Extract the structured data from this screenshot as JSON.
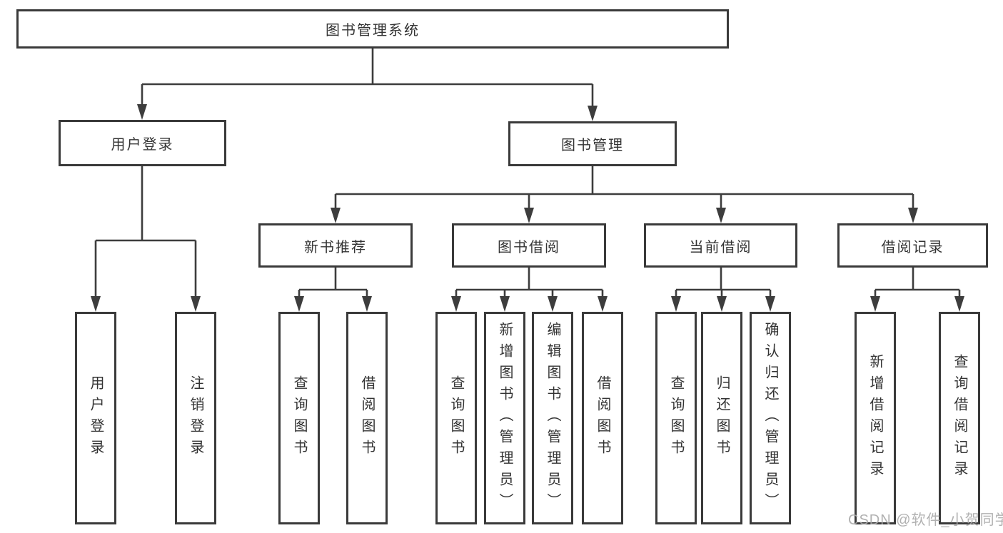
{
  "diagram": {
    "title": "图书管理系统",
    "user_login": {
      "label": "用户登录",
      "children": {
        "login": "用户登录",
        "logout": "注销登录"
      }
    },
    "book_management": {
      "label": "图书管理",
      "new_book_recommend": {
        "label": "新书推荐",
        "children": {
          "query_books": "查询图书",
          "borrow_books": "借阅图书"
        }
      },
      "book_borrow": {
        "label": "图书借阅",
        "children": {
          "query_books": "查询图书",
          "add_books": "新增图书（管理员）",
          "edit_books": "编辑图书（管理员）",
          "borrow_books": "借阅图书"
        }
      },
      "current_borrow": {
        "label": "当前借阅",
        "children": {
          "query_books": "查询图书",
          "return_books": "归还图书",
          "confirm_return": "确认归还（管理员）"
        }
      },
      "borrow_records": {
        "label": "借阅记录",
        "children": {
          "add_record": "新增借阅记录",
          "query_record": "查询借阅记录"
        }
      }
    }
  },
  "colors": {
    "box_border": "#3a3a3a",
    "line": "#3d3d3d",
    "text": "#333333",
    "watermark": "#a8a8a8"
  },
  "watermark": "CSDN @软件_小贺同学"
}
